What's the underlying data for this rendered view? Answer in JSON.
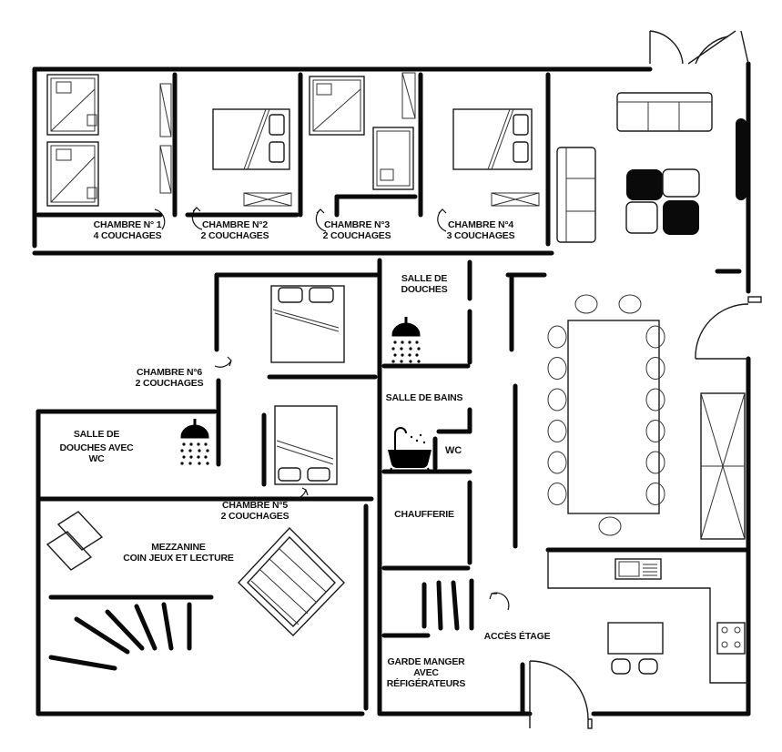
{
  "rooms": {
    "chambre1": [
      "CHAMBRE N° 1",
      "4 COUCHAGES"
    ],
    "chambre2": [
      "CHAMBRE N°2",
      "2 COUCHAGES"
    ],
    "chambre3": [
      "CHAMBRE N°3",
      "2 COUCHAGES"
    ],
    "chambre4": [
      "CHAMBRE N°4",
      "3 COUCHAGES"
    ],
    "chambre5": [
      "CHAMBRE N°5",
      "2 COUCHAGES"
    ],
    "chambre6": [
      "CHAMBRE N°6",
      "2 COUCHAGES"
    ],
    "salle_douches": [
      "SALLE DE",
      "DOUCHES"
    ],
    "salle_douches_wc": [
      "SALLE DE",
      "DOUCHES AVEC",
      "WC"
    ],
    "salle_bains": "SALLE DE BAINS",
    "wc": "WC",
    "chaufferie": "CHAUFFERIE",
    "mezzanine": [
      "MEZZANINE",
      "COIN JEUX ET LECTURE"
    ],
    "acces_etage": "ACCÈS ÉTAGE",
    "garde_manger": [
      "GARDE MANGER",
      "AVEC",
      "RÉFIGÉRATEURS"
    ]
  }
}
